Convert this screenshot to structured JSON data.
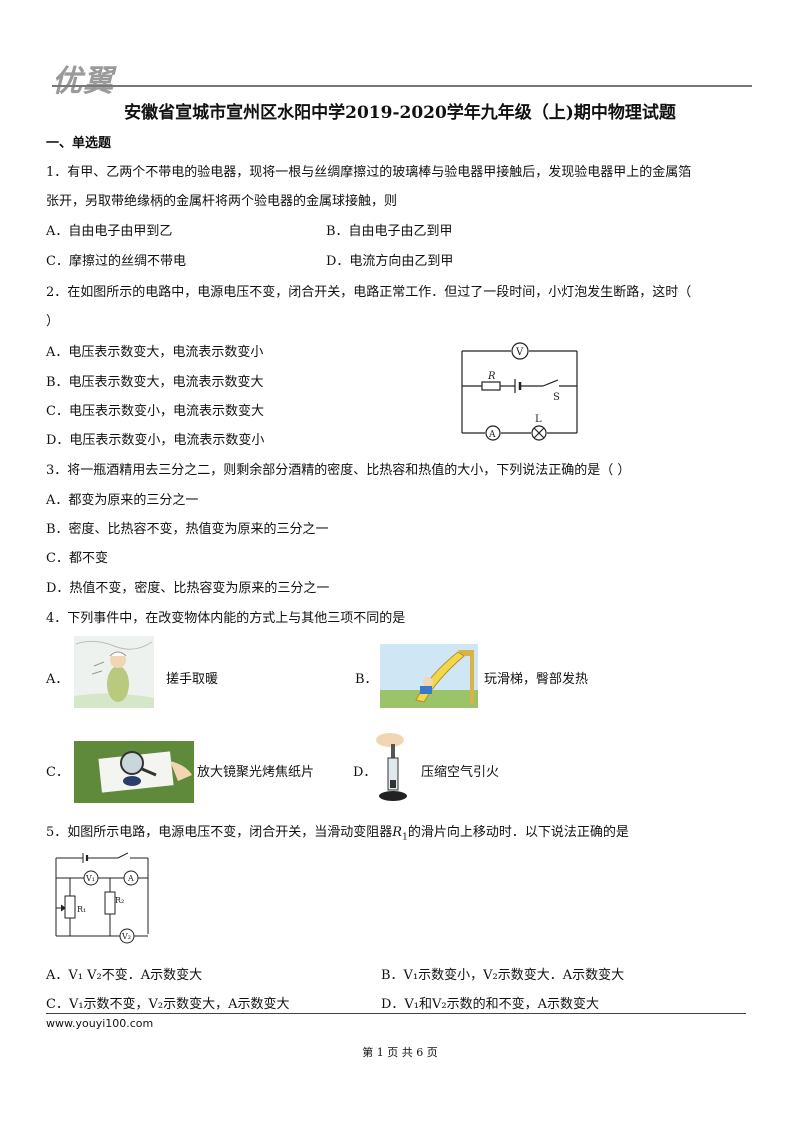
{
  "logo": "优翼",
  "title": "安徽省宣城市宣州区水阳中学2019-2020学年九年级（上)期中物理试题",
  "section": "一、单选题",
  "q1": {
    "line1": "1．有甲、乙两个不带电的验电器，现将一根与丝绸摩擦过的玻璃棒与验电器甲接触后，发现验电器甲上的金属箔",
    "line2": "张开，另取带绝缘柄的金属杆将两个验电器的金属球接触，则",
    "A": "A．自由电子由甲到乙",
    "B": "B．自由电子由乙到甲",
    "C": "C．摩擦过的丝绸不带电",
    "D": "D．电流方向由乙到甲"
  },
  "q2": {
    "line1": "2．在如图所示的电路中，电源电压不变，闭合开关，电路正常工作．但过了一段时间，小灯泡发生断路，这时（",
    "line2": "）",
    "A": "A．电压表示数变大，电流表示数变小",
    "B": "B．电压表示数变大，电流表示数变大",
    "C": "C．电压表示数变小，电流表示数变大",
    "D": "D．电压表示数变小，电流表示数变小",
    "fig": {
      "V": "V",
      "R": "R",
      "S": "S",
      "L": "L",
      "A": "A"
    }
  },
  "q3": {
    "line1": "3．将一瓶酒精用去三分之二，则剩余部分酒精的密度、比热容和热值的大小，下列说法正确的是（ ）",
    "A": "A．都变为原来的三分之一",
    "B": "B．密度、比热容不变，热值变为原来的三分之一",
    "C": "C．都不变",
    "D": "D．热值不变，密度、比热容变为原来的三分之一"
  },
  "q4": {
    "line1": "4．下列事件中，在改变物体内能的方式上与其他三项不同的是",
    "A_letter": "A．",
    "A": "搓手取暖",
    "B_letter": "B．",
    "B": "玩滑梯，臀部发热",
    "C_letter": "C．",
    "C": "放大镜聚光烤焦纸片",
    "D_letter": "D．",
    "D": "压缩空气引火"
  },
  "q5": {
    "line1_a": "5．如图所示电路，电源电压不变，闭合开关，当滑动变阻器",
    "line1_r": "R",
    "line1_sub": "1",
    "line1_b": "的滑片向上移动时．以下说法正确的是",
    "A": "A．V₁ V₂不变．A示数变大",
    "B": "B．V₁示数变小，V₂示数变大．A示数变大",
    "C": "C．V₁示数不变，V₂示数变大，A示数变大",
    "D": "D．V₁和V₂示数的和不变，A示数变大",
    "fig": {
      "V1": "V₁",
      "A": "A",
      "R2": "R₂",
      "R1": "R₁",
      "V2": "V₂"
    }
  },
  "footer_url": "www.youyi100.com",
  "page": "第 1 页 共 6 页"
}
